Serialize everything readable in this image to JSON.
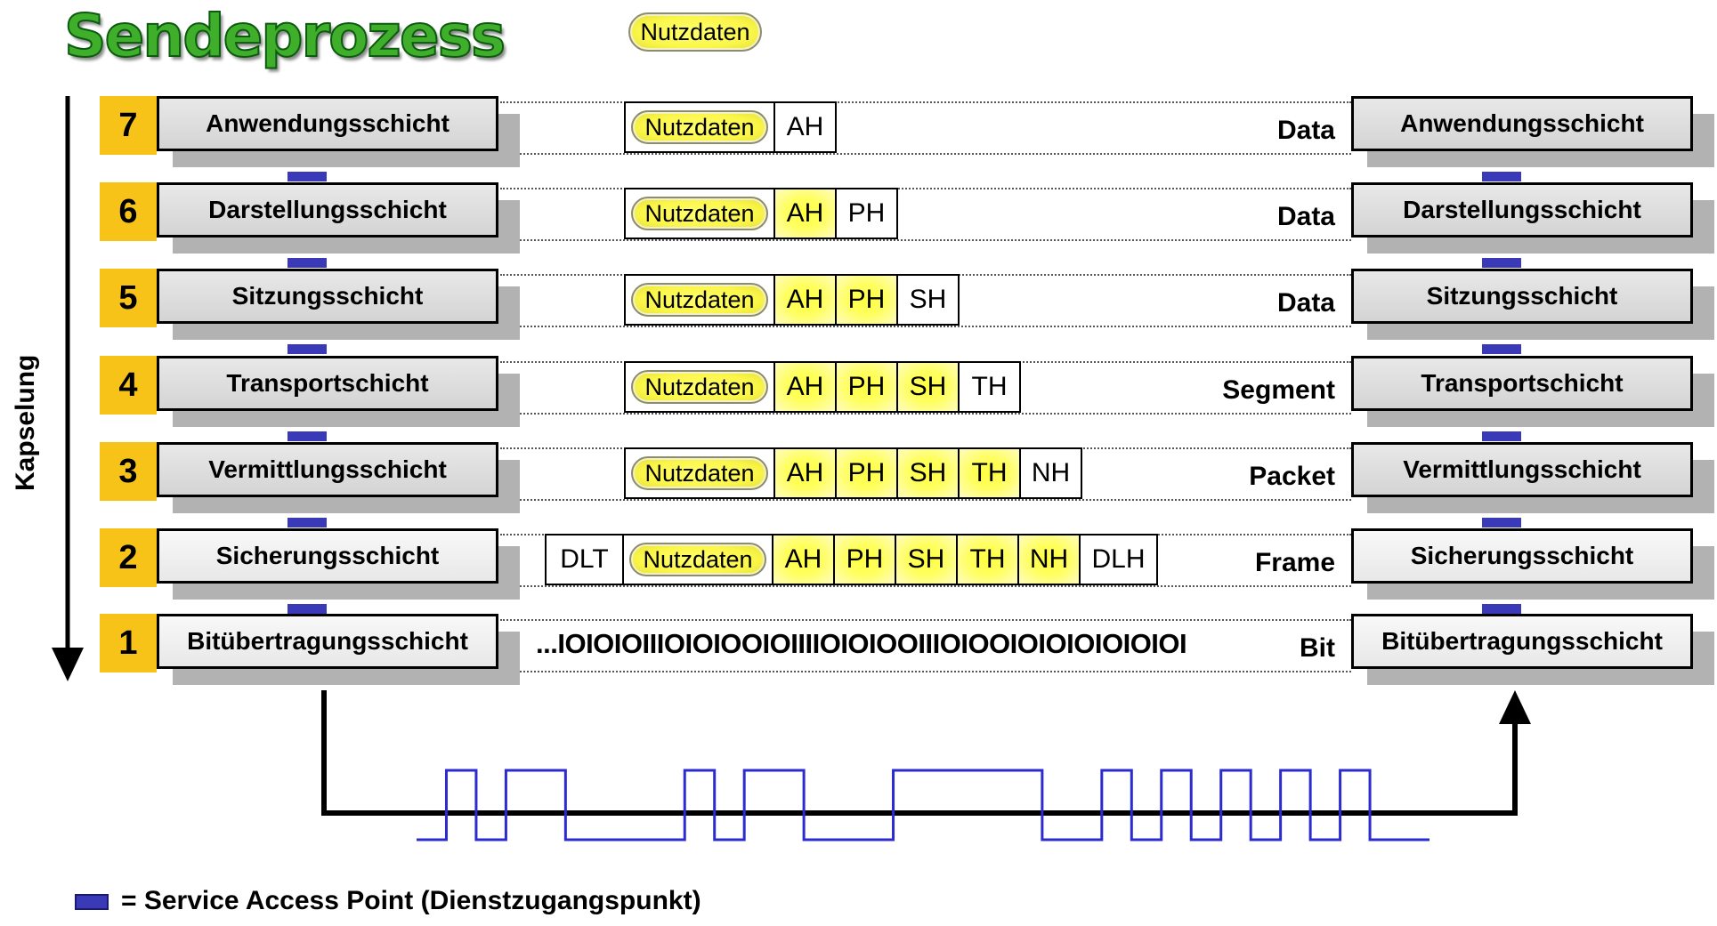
{
  "title": "Sendeprozess",
  "payload_label": "Nutzdaten",
  "encapsulation_label": "Kapselung",
  "layers": [
    {
      "num": "7",
      "name": "Anwendungsschicht",
      "unit": "Data",
      "cells": [
        {
          "t": "pill",
          "v": "Nutzdaten"
        },
        {
          "t": "plain",
          "v": "AH"
        }
      ]
    },
    {
      "num": "6",
      "name": "Darstellungsschicht",
      "unit": "Data",
      "cells": [
        {
          "t": "pill",
          "v": "Nutzdaten"
        },
        {
          "t": "hl",
          "v": "AH"
        },
        {
          "t": "plain",
          "v": "PH"
        }
      ]
    },
    {
      "num": "5",
      "name": "Sitzungsschicht",
      "unit": "Data",
      "cells": [
        {
          "t": "pill",
          "v": "Nutzdaten"
        },
        {
          "t": "hl",
          "v": "AH"
        },
        {
          "t": "hl",
          "v": "PH"
        },
        {
          "t": "plain",
          "v": "SH"
        }
      ]
    },
    {
      "num": "4",
      "name": "Transportschicht",
      "unit": "Segment",
      "cells": [
        {
          "t": "pill",
          "v": "Nutzdaten"
        },
        {
          "t": "hl",
          "v": "AH"
        },
        {
          "t": "hl",
          "v": "PH"
        },
        {
          "t": "hl",
          "v": "SH"
        },
        {
          "t": "plain",
          "v": "TH"
        }
      ]
    },
    {
      "num": "3",
      "name": "Vermittlungsschicht",
      "unit": "Packet",
      "cells": [
        {
          "t": "pill",
          "v": "Nutzdaten"
        },
        {
          "t": "hl",
          "v": "AH"
        },
        {
          "t": "hl",
          "v": "PH"
        },
        {
          "t": "hl",
          "v": "SH"
        },
        {
          "t": "hl",
          "v": "TH"
        },
        {
          "t": "plain",
          "v": "NH"
        }
      ]
    },
    {
      "num": "2",
      "name": "Sicherungsschicht",
      "unit": "Frame",
      "cells": [
        {
          "t": "plain",
          "v": "DLT"
        },
        {
          "t": "pill",
          "v": "Nutzdaten"
        },
        {
          "t": "hl",
          "v": "AH"
        },
        {
          "t": "hl",
          "v": "PH"
        },
        {
          "t": "hl",
          "v": "SH"
        },
        {
          "t": "hl",
          "v": "TH"
        },
        {
          "t": "hl",
          "v": "NH"
        },
        {
          "t": "plain",
          "v": "DLH"
        }
      ]
    },
    {
      "num": "1",
      "name": "Bitübertragungsschicht",
      "unit": "Bit",
      "bits": "...IOIOIOIIIOIOIOOIOIIIIOIOIOOIIIOIOOIOIOIOIOIOIOI"
    }
  ],
  "signal_bits": "0101100001011000111110010101010100",
  "legend": "= Service Access Point (Dienstzugangspunkt)",
  "colors": {
    "layer_number_bg": "#f7c318",
    "sap": "#3a3ab8",
    "highlight": "#ffff40",
    "title": "#3fae2a"
  }
}
